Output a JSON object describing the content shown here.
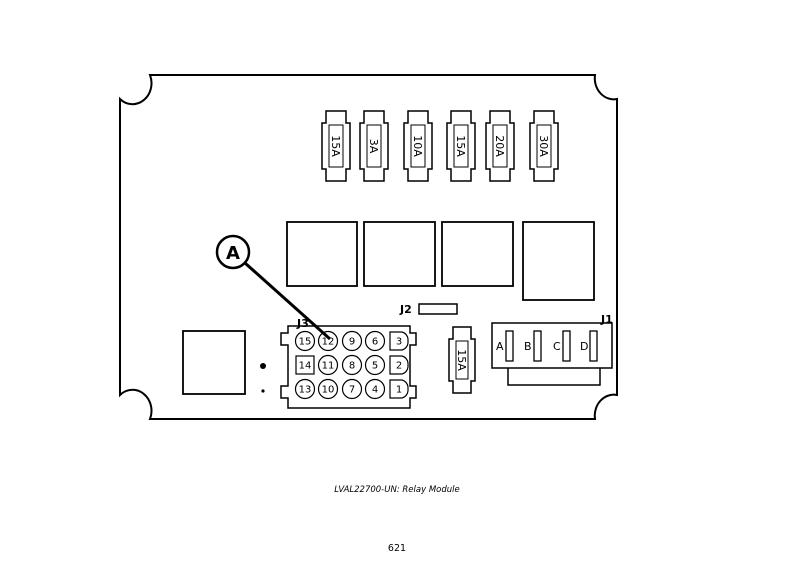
{
  "diagram": {
    "callout_label": "A",
    "fuses_top": [
      "15A",
      "3A",
      "10A",
      "15A",
      "20A",
      "30A"
    ],
    "fuse_side": "15A",
    "connector_j2_label": "J2",
    "connector_j3_label": "J3",
    "connector_j3_pins": [
      [
        "15",
        "12",
        "9",
        "6",
        "3"
      ],
      [
        "14",
        "11",
        "8",
        "5",
        "2"
      ],
      [
        "13",
        "10",
        "7",
        "4",
        "1"
      ]
    ],
    "connector_j1_label": "J1",
    "connector_j1_pins": [
      "A",
      "B",
      "C",
      "D"
    ]
  },
  "caption": "LVAL22700-UN: Relay Module",
  "page_number": "621"
}
